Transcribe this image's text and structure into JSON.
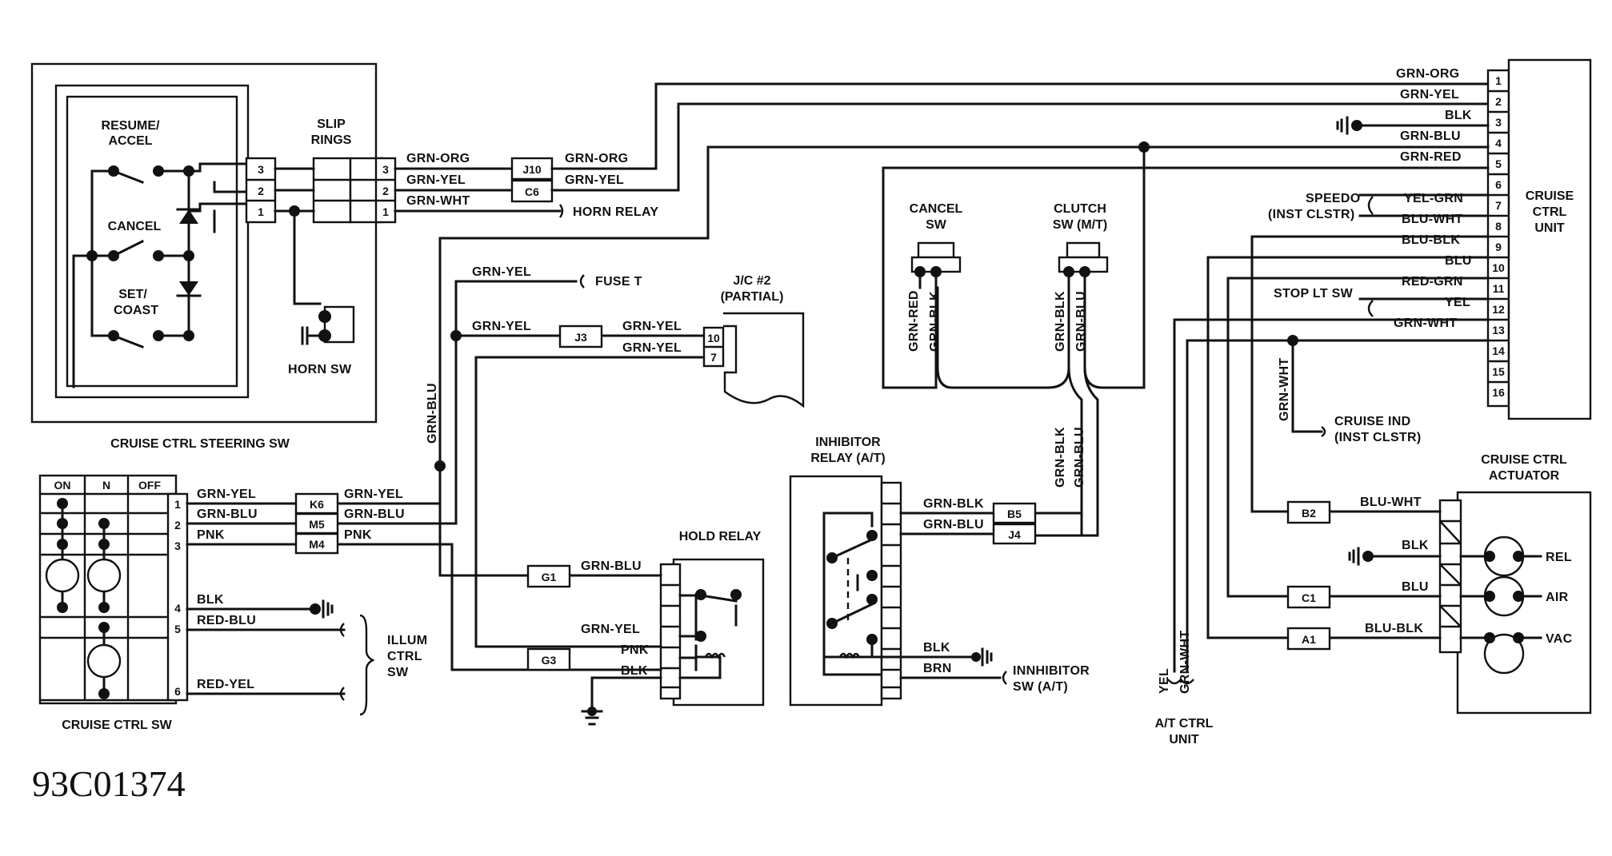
{
  "figure_code": "93C01374",
  "steering_sw": {
    "title": "CRUISE CTRL STEERING SW",
    "resume": [
      "RESUME/",
      "ACCEL"
    ],
    "cancel": "CANCEL",
    "set": [
      "SET/",
      "COAST"
    ],
    "pins": [
      "3",
      "2",
      "1"
    ],
    "horn_sw": "HORN SW"
  },
  "slip_rings": {
    "label": [
      "SLIP",
      "RINGS"
    ],
    "pins": [
      "3",
      "2",
      "1"
    ],
    "wires": [
      "GRN-ORG",
      "GRN-YEL",
      "GRN-WHT"
    ],
    "horn_relay": "HORN RELAY"
  },
  "connectors": {
    "j10": "J10",
    "c6": "C6",
    "j3": "J3",
    "k6": "K6",
    "m5": "M5",
    "m4": "M4",
    "g1": "G1",
    "g3": "G3",
    "b5": "B5",
    "j4": "J4",
    "b2": "B2",
    "c1": "C1",
    "a1": "A1"
  },
  "wires": {
    "grn_org": "GRN-ORG",
    "grn_yel": "GRN-YEL",
    "grn_blu": "GRN-BLU",
    "grn_wht": "GRN-WHT",
    "grn_red": "GRN-RED",
    "grn_blk": "GRN-BLK",
    "blk": "BLK",
    "pnk": "PNK",
    "blu": "BLU",
    "yel": "YEL",
    "yel_grn": "YEL-GRN",
    "blu_wht": "BLU-WHT",
    "blu_blk": "BLU-BLK",
    "red_grn": "RED-GRN",
    "red_blu": "RED-BLU",
    "red_yel": "RED-YEL",
    "brn": "BRN"
  },
  "fuse": "FUSE T",
  "jc2": [
    "J/C #2",
    "(PARTIAL)"
  ],
  "jc2_pins": [
    "10",
    "7"
  ],
  "cancel_sw": [
    "CANCEL",
    "SW"
  ],
  "clutch_sw": [
    "CLUTCH",
    "SW (M/T)"
  ],
  "cruise_unit": {
    "label": [
      "CRUISE",
      "CTRL",
      "UNIT"
    ],
    "pins": [
      "1",
      "2",
      "3",
      "4",
      "5",
      "6",
      "7",
      "8",
      "9",
      "10",
      "11",
      "12",
      "13",
      "14",
      "15",
      "16"
    ],
    "wires": [
      "GRN-ORG",
      "GRN-YEL",
      "BLK",
      "GRN-BLU",
      "GRN-RED",
      "YEL-GRN",
      "BLU-WHT",
      "BLU-BLK",
      "BLU",
      "RED-GRN",
      "YEL",
      "GRN-WHT"
    ]
  },
  "speedo": [
    "SPEEDO",
    "(INST CLSTR)"
  ],
  "stop_lt_sw": "STOP LT SW",
  "cruise_ind": [
    "CRUISE IND",
    "(INST CLSTR)"
  ],
  "cruise_sw": {
    "title": "CRUISE CTRL SW",
    "headers": [
      "ON",
      "N",
      "OFF"
    ],
    "pins": [
      "1",
      "2",
      "3",
      "4",
      "5",
      "6"
    ]
  },
  "illum": [
    "ILLUM",
    "CTRL",
    "SW"
  ],
  "hold_relay": "HOLD RELAY",
  "inhibitor_relay": [
    "INHIBITOR",
    "RELAY (A/T)"
  ],
  "inhibitor_sw": [
    "INNHIBITOR",
    "SW (A/T)"
  ],
  "at_ctrl_unit": [
    "A/T CTRL",
    "UNIT"
  ],
  "actuator": {
    "label": [
      "CRUISE CTRL",
      "ACTUATOR"
    ],
    "ports": [
      "REL",
      "AIR",
      "VAC"
    ]
  }
}
